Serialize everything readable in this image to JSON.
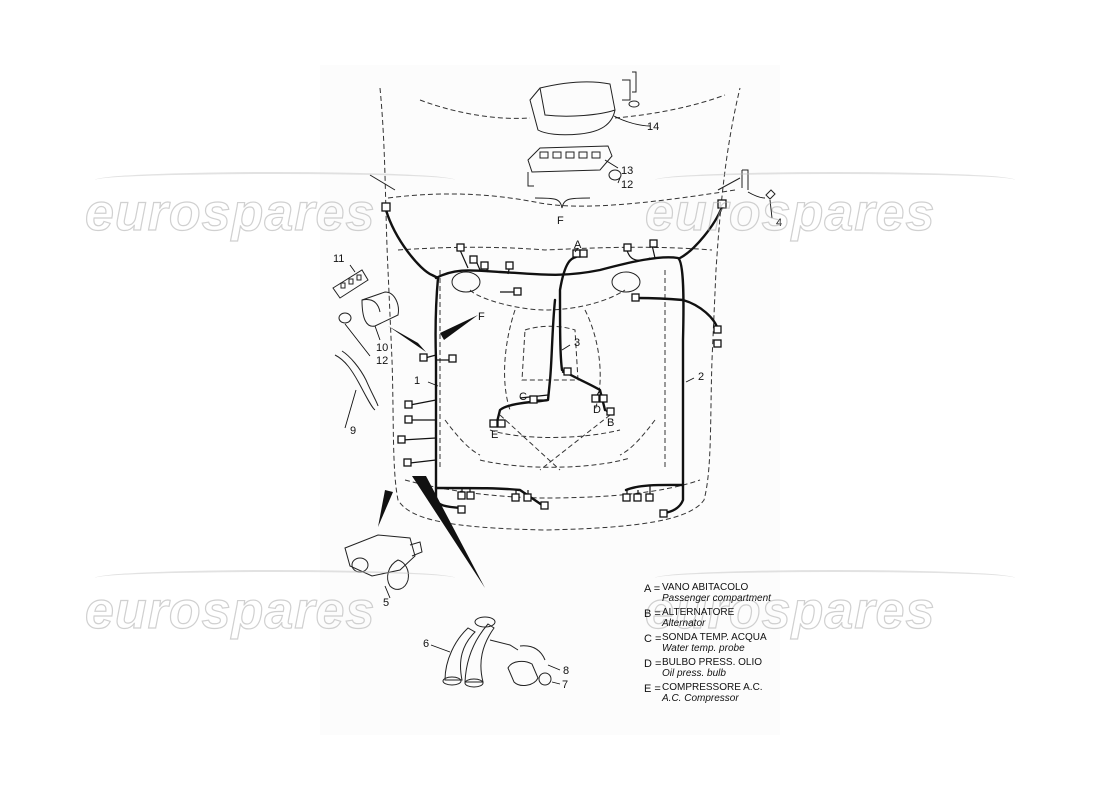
{
  "watermark": "eurospares",
  "callouts": {
    "n1": "1",
    "n2": "2",
    "n3": "3",
    "n4": "4",
    "n5": "5",
    "n6": "6",
    "n7": "7",
    "n8": "8",
    "n9": "9",
    "n10": "10",
    "n11": "11",
    "n12a": "12",
    "n12b": "12",
    "n13": "13",
    "n14": "14",
    "lA": "A",
    "lB": "B",
    "lC": "C",
    "lD": "D",
    "lE": "E",
    "lF1": "F",
    "lF2": "F"
  },
  "legend": [
    {
      "key": "A =",
      "it": "VANO ABITACOLO",
      "en": "Passenger compartment"
    },
    {
      "key": "B =",
      "it": "ALTERNATORE",
      "en": "Alternator"
    },
    {
      "key": "C =",
      "it": "SONDA TEMP. ACQUA",
      "en": "Water temp. probe"
    },
    {
      "key": "D =",
      "it": "BULBO PRESS. OLIO",
      "en": "Oil press. bulb"
    },
    {
      "key": "E =",
      "it": "COMPRESSORE A.C.",
      "en": "A.C. Compressor"
    }
  ]
}
